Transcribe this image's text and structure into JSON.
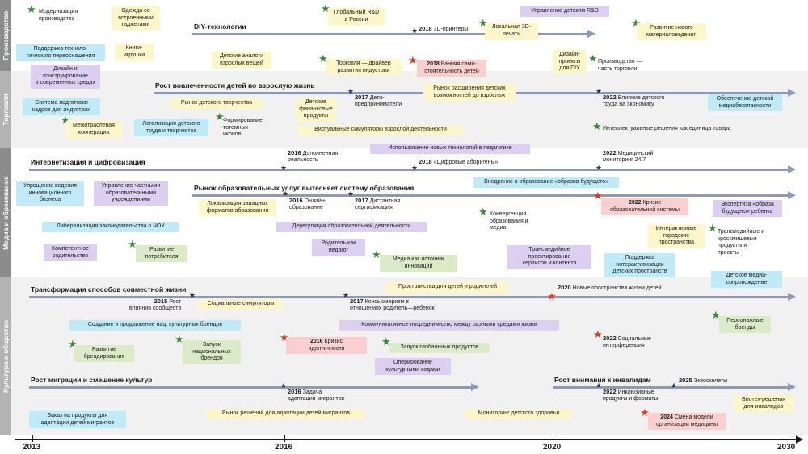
{
  "sections": [
    {
      "label": "Производство"
    },
    {
      "label": "Торговля"
    },
    {
      "label": "Медиа и образование"
    },
    {
      "label": "Культура и общество"
    }
  ],
  "axis": {
    "years": [
      "2013",
      "2016",
      "2020",
      "2030"
    ]
  },
  "trends": {
    "diy": "DIY-технологии",
    "involvement": "Рост вовлеченности детей во взрослую жизнь",
    "internet": "Интернетизация и цифровизация",
    "edu_market": "Рынок образовательных услуг вытесняет систему образования",
    "life_forms": "Трансформация способов совместной жизни",
    "migration": "Рост миграции и смешение культур",
    "disabled": "Рост внимания к инвалидам"
  },
  "events": {
    "e2018_3d": "2018",
    "e2018_3d_text": "3D-принтеры",
    "e2018_early": "2018",
    "e2018_early_text": "Ранняя само-\nстоятельность детей",
    "e2017_kids": "2017",
    "e2017_kids_text": "Дети-\nпредприниматели",
    "e2022_labor": "2022",
    "e2022_labor_text": "Влияние детского\nтруда на экономику",
    "e2016_ar": "2016",
    "e2016_ar_text": "Дополненная\nреальность",
    "e2018_digital": "2018",
    "e2018_digital_text": "«Цифровые аборигены»",
    "e2022_med": "2022",
    "e2022_med_text": "Медицинский\nмониторинг 24/7",
    "e2016_online": "2016",
    "e2016_online_text": "Онлайн-\nобразование",
    "e2017_cert": "2017",
    "e2017_cert_text": "Дистантная\nсертификация",
    "e2022_crisis": "2022",
    "e2022_crisis_text": "Кризис\nобразовательной системы",
    "e2015": "2015",
    "e2015_text": "Рост\nвлияния сообществ",
    "e2017_cons": "2017",
    "e2017_cons_text": "Консьюмеризм в\nотношениях родитель—ребенок",
    "e2020": "2020",
    "e2020_text": "Новые пространства жизни детей",
    "e2016_ident": "2016",
    "e2016_ident_text": "Кризис\nидентичности",
    "e2022_social": "2022",
    "e2022_social_text": "Социальные\nинтерференция",
    "e2016_mig": "2016",
    "e2016_mig_text": "Задача\nадаптации мигрантов",
    "e2022_incl": "2022",
    "e2022_incl_text": "Инклюзивные\nпродукты и форматы",
    "e2025": "2025",
    "e2025_text": "Экзоскелеты",
    "e2024": "2024",
    "e2024_text": "Смена модели\nорганизации медицины"
  },
  "notes": {
    "modernization": "Модернизация\nпроизводства",
    "clothes": "Одежда со\nвстроенными\nгаджетами",
    "rd_russia": "Глобальный R&D\nв России",
    "rd_kids": "Управление детским R&D",
    "local_3d": "Локальная 3D-\nпечать",
    "new_materials": "Развитие нового\nматериаловедения",
    "retraining": "Поддержка техноло-\nгического переоснащения",
    "books": "Книги-\nигрушки",
    "adult_analogs": "Детские аналоги\nвзрослых вещей",
    "trade_driver": "Торговля — драйвер\nразвития индустрии",
    "design_projects": "Дизайн-\nпроекты\nдля DIY",
    "production_trade": "Производство —\nчасть торговли",
    "design_modern": "Дизайн и\nконструирование\nв современных средах",
    "creativity_market": "Рынок детского творчества",
    "expansion_market": "Рынок расширения детских\nвозможностей до взрослых",
    "media_safety": "Обеспечение детской\nмедиабезопасности",
    "training_system": "Система подготовки\nкадров для индустрии",
    "cross_sector": "Межотраслевая\nкооперация",
    "legalization": "Легализация детского\nтруда и творчества",
    "totem_icons": "Формирование\nтотемных\nиконов",
    "fin_products": "Детские\nфинансовые\nпродукты",
    "virtual_sims": "Виртуальные симуляторы взрослой деятельности",
    "smart_solutions": "Интеллектуальные решения как единица товара",
    "new_tech_ped": "Использование новых технологий в педагогике",
    "simplify_business": "Упрощение ведения\nинновационного\nбизнеса",
    "private_mgmt": "Управление частными\nобразовательными\nучреждениями",
    "future_images": "Внедрение в образование «образов будущего»",
    "localization": "Локализация западных\nформатов образования",
    "expertise": "Экспертиза «образа\nбудущего» ребенка",
    "liberalization": "Либерализация законодательства о ЧОУ",
    "dereg": "Дерегуляция образовательной деятельности",
    "convergence": "Конвергенция\nобразования и\nмедиа",
    "urban_spaces": "Интерактивные\nгородские\nпространства",
    "transmedia_products": "Трансмедийные и\nкроссмишевые\nпродукты и\nпроекты",
    "competent_parent": "Компетентное\nродительство",
    "consumer_dev": "Развитие\nпотребителя",
    "parent_teacher": "Родитель как\nпедагог",
    "media_source": "Медиа как источник\nинноваций",
    "transmedia_design": "Трансмедийное\nпроектирование\nсервисов и контента",
    "support_spaces": "Поддержка\nинтерактивизации\nдетских пространств",
    "media_support": "Детское медиа-\nсопровождение",
    "spaces_kids": "Пространства для детей и родителей",
    "social_sims": "Социальные симуляторы",
    "national_brands": "Создание и продвижение нац. культурных брендов",
    "comm_mediation": "Коммуникативное посредничество между разными средами жизни",
    "personal_brands": "Персонажные\nбренды",
    "brand_dev": "Развитие\nбрендирования",
    "launch_national": "Запуск\nнациональных\nбрендов",
    "launch_global": "Запуск глобальных продуктов",
    "cultural_codes": "Оперирование\nкультурными кодами",
    "products_migrants": "Заказ на продукты для\nадаптации детей мигрантов",
    "solutions_migrants": "Рынок решений для адаптации детей мигрантов",
    "health_monitor": "Мониторинг детского здоровья",
    "biotech": "Биотех-решения\nдля инвалидов"
  }
}
